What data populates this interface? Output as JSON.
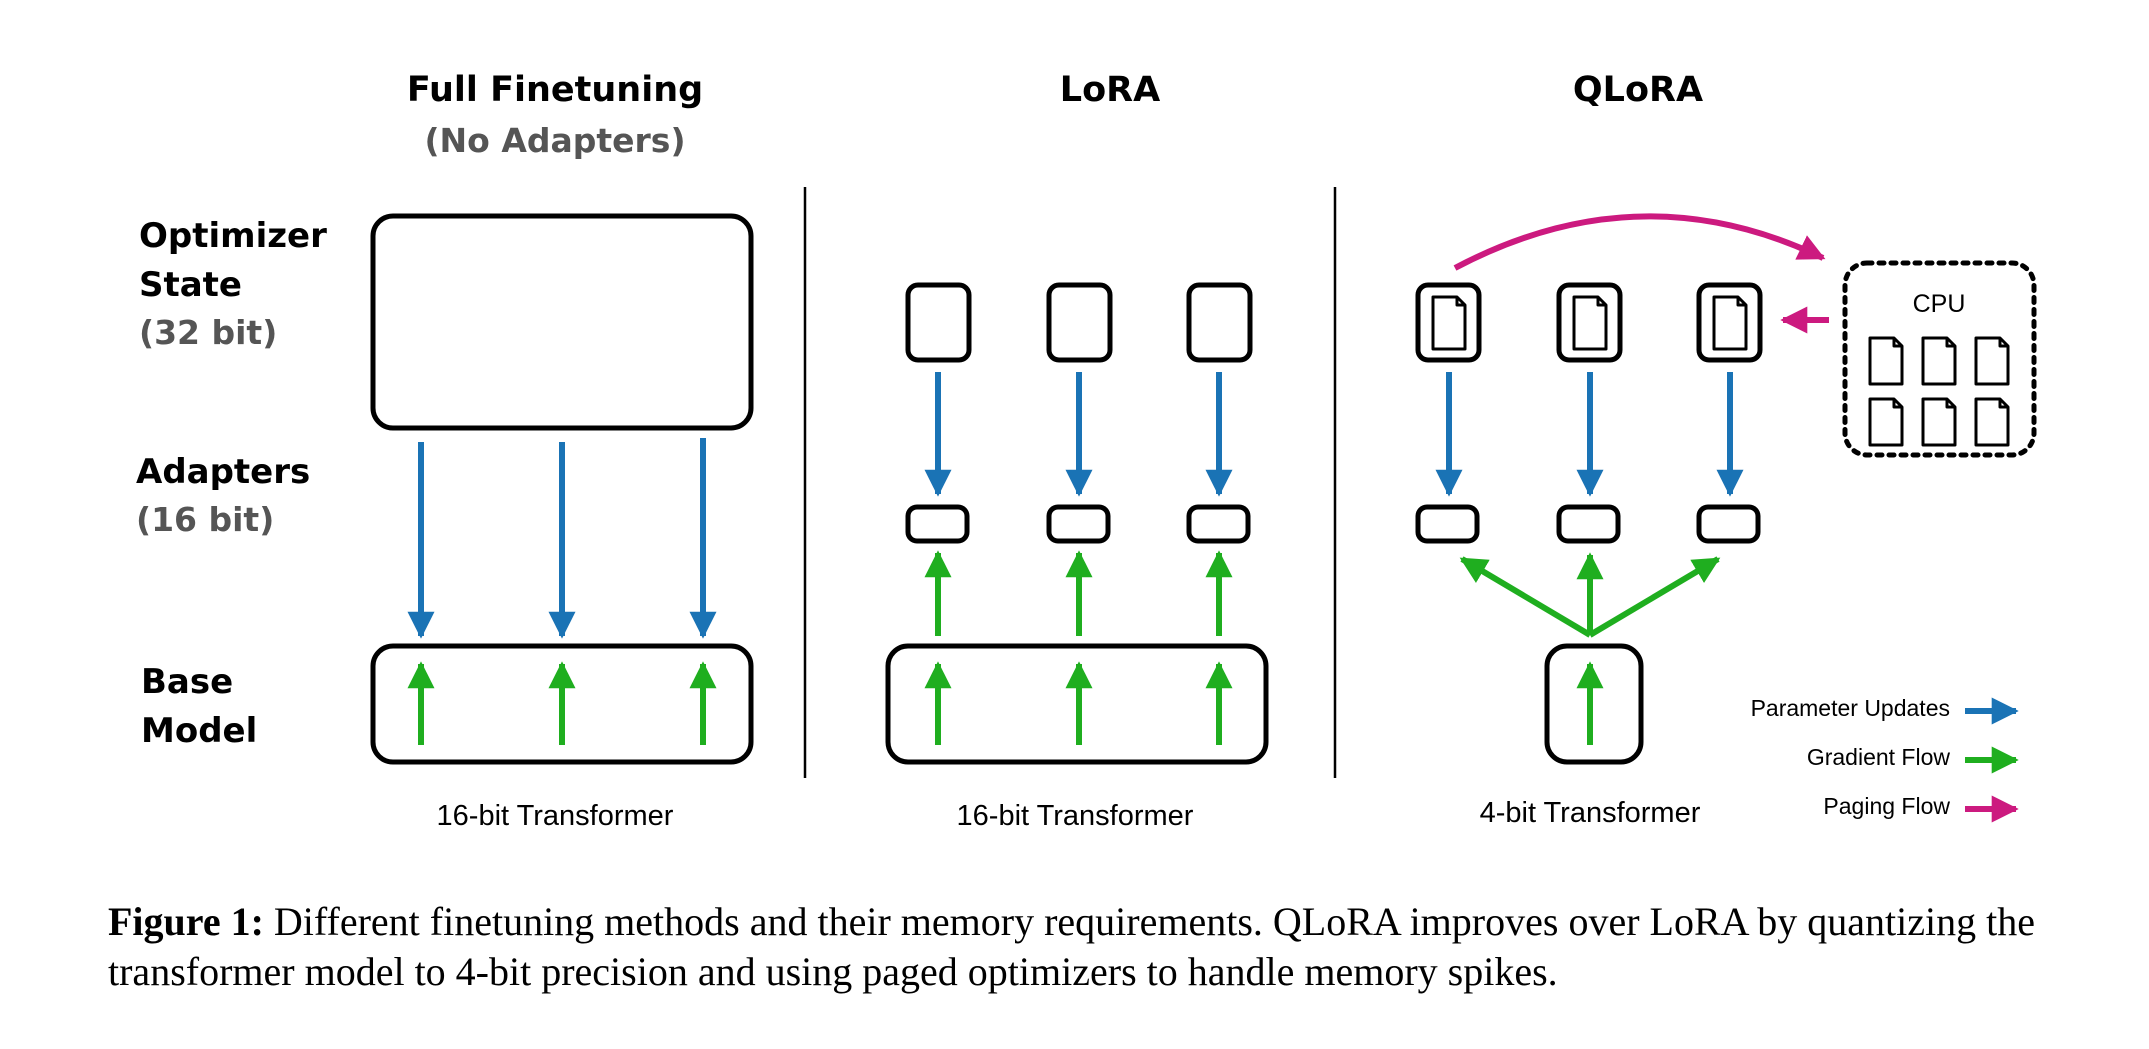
{
  "columns": {
    "full": {
      "title": "Full Finetuning",
      "subtitle": "(No Adapters)",
      "caption": "16-bit Transformer"
    },
    "lora": {
      "title": "LoRA",
      "caption": "16-bit Transformer"
    },
    "qlora": {
      "title": "QLoRA",
      "caption": "4-bit Transformer",
      "cpu_label": "CPU"
    }
  },
  "rows": {
    "optimizer": {
      "line1": "Optimizer",
      "line2": "State",
      "sub": "(32 bit)"
    },
    "adapters": {
      "line1": "Adapters",
      "sub": "(16 bit)"
    },
    "base": {
      "line1": "Base",
      "line2": "Model"
    }
  },
  "legend": {
    "items": [
      {
        "label": "Parameter Updates",
        "color": "#1a73b5"
      },
      {
        "label": "Gradient Flow",
        "color": "#1fae1f"
      },
      {
        "label": "Paging Flow",
        "color": "#cc1a7f"
      }
    ]
  },
  "figure": {
    "label": "Figure 1:",
    "text": "Different finetuning methods and their memory requirements. QLoRA improves over LoRA by quantizing the transformer model to 4-bit precision and using paged optimizers to handle memory spikes."
  }
}
